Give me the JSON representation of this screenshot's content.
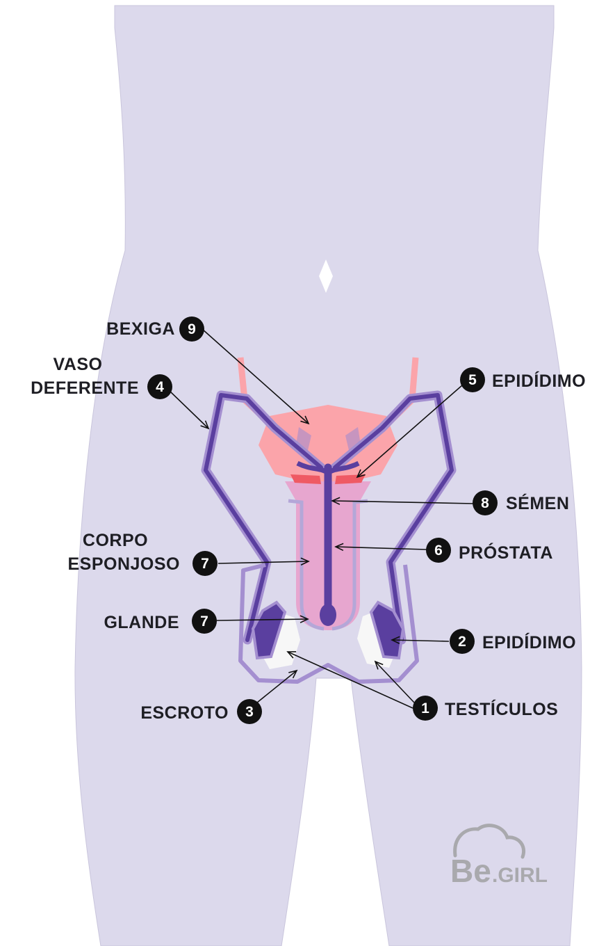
{
  "diagram": {
    "labels": [
      {
        "id": "bexiga",
        "number": "9",
        "lines": [
          "BEXIGA"
        ]
      },
      {
        "id": "vaso-deferente",
        "number": "4",
        "lines": [
          "VASO",
          "DEFERENTE"
        ]
      },
      {
        "id": "epididimo-top",
        "number": "5",
        "lines": [
          "EPIDÍDIMO"
        ]
      },
      {
        "id": "semen",
        "number": "8",
        "lines": [
          "SÉMEN"
        ]
      },
      {
        "id": "prostata",
        "number": "6",
        "lines": [
          "PRÓSTATA"
        ]
      },
      {
        "id": "corpo-esponjoso",
        "number": "7",
        "lines": [
          "CORPO",
          "ESPONJOSO"
        ]
      },
      {
        "id": "glande",
        "number": "7",
        "lines": [
          "GLANDE"
        ]
      },
      {
        "id": "epididimo-bottom",
        "number": "2",
        "lines": [
          "EPIDÍDIMO"
        ]
      },
      {
        "id": "escroto",
        "number": "3",
        "lines": [
          "ESCROTO"
        ]
      },
      {
        "id": "testiculos",
        "number": "1",
        "lines": [
          "TESTÍCULOS"
        ]
      }
    ]
  },
  "brand": {
    "be": "Be",
    "girl": ".GIRL"
  },
  "colors": {
    "body": "#dcd9ec",
    "dark_purple": "#5a3f9f",
    "light_purple": "#a48fd0",
    "bladder": "#fba4aa",
    "red": "#ef5a64",
    "pink": "#e7a6cf",
    "white": "#f7f7f7"
  }
}
